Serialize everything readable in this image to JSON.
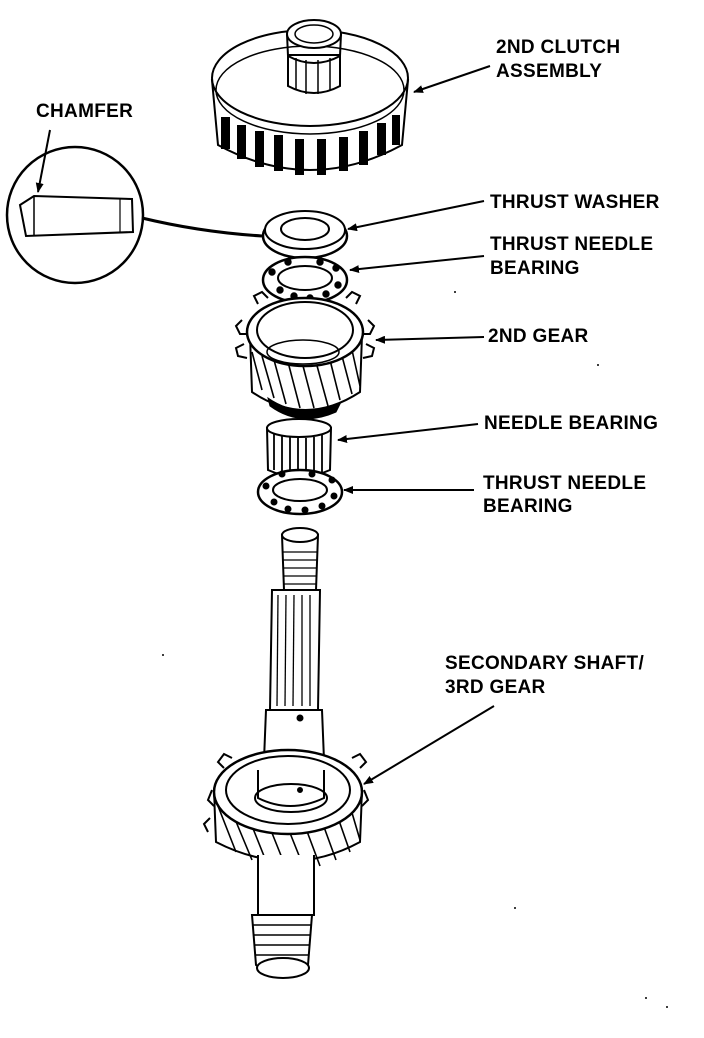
{
  "labels": {
    "clutch_line1": "2ND CLUTCH",
    "clutch_line2": "ASSEMBLY",
    "chamfer": "CHAMFER",
    "thrust_washer": "THRUST WASHER",
    "thrust_needle_1_line1": "THRUST NEEDLE",
    "thrust_needle_1_line2": "BEARING",
    "second_gear": "2ND GEAR",
    "needle_bearing": "NEEDLE BEARING",
    "thrust_needle_2_line1": "THRUST NEEDLE",
    "thrust_needle_2_line2": "BEARING",
    "shaft_line1": "SECONDARY SHAFT/",
    "shaft_line2": "3RD GEAR"
  },
  "colors": {
    "ink": "#000000",
    "paper": "#ffffff"
  }
}
